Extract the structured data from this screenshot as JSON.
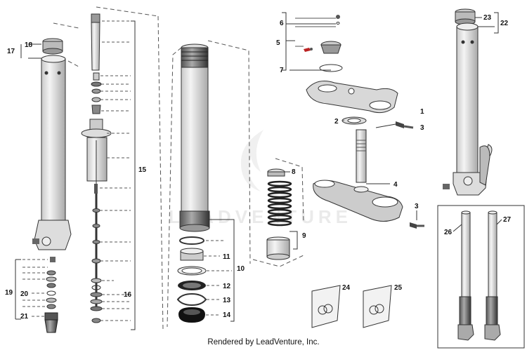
{
  "diagram": {
    "callouts": [
      {
        "id": "p1",
        "label": "1"
      },
      {
        "id": "p2",
        "label": "2"
      },
      {
        "id": "p3a",
        "label": "3"
      },
      {
        "id": "p3b",
        "label": "3"
      },
      {
        "id": "p4",
        "label": "4"
      },
      {
        "id": "p5",
        "label": "5"
      },
      {
        "id": "p6",
        "label": "6"
      },
      {
        "id": "p7",
        "label": "7"
      },
      {
        "id": "p8",
        "label": "8"
      },
      {
        "id": "p9",
        "label": "9"
      },
      {
        "id": "p10",
        "label": "10"
      },
      {
        "id": "p11",
        "label": "11"
      },
      {
        "id": "p12",
        "label": "12"
      },
      {
        "id": "p13",
        "label": "13"
      },
      {
        "id": "p14",
        "label": "14"
      },
      {
        "id": "p15",
        "label": "15"
      },
      {
        "id": "p16",
        "label": "16"
      },
      {
        "id": "p17",
        "label": "17"
      },
      {
        "id": "p18",
        "label": "18"
      },
      {
        "id": "p19",
        "label": "19"
      },
      {
        "id": "p20",
        "label": "20"
      },
      {
        "id": "p21",
        "label": "21"
      },
      {
        "id": "p22",
        "label": "22"
      },
      {
        "id": "p23",
        "label": "23"
      },
      {
        "id": "p24",
        "label": "24"
      },
      {
        "id": "p25",
        "label": "25"
      },
      {
        "id": "p26",
        "label": "26"
      },
      {
        "id": "p27",
        "label": "27"
      }
    ],
    "watermark": "LEADVENTURE",
    "footer": "Rendered by LeadVenture, Inc."
  }
}
